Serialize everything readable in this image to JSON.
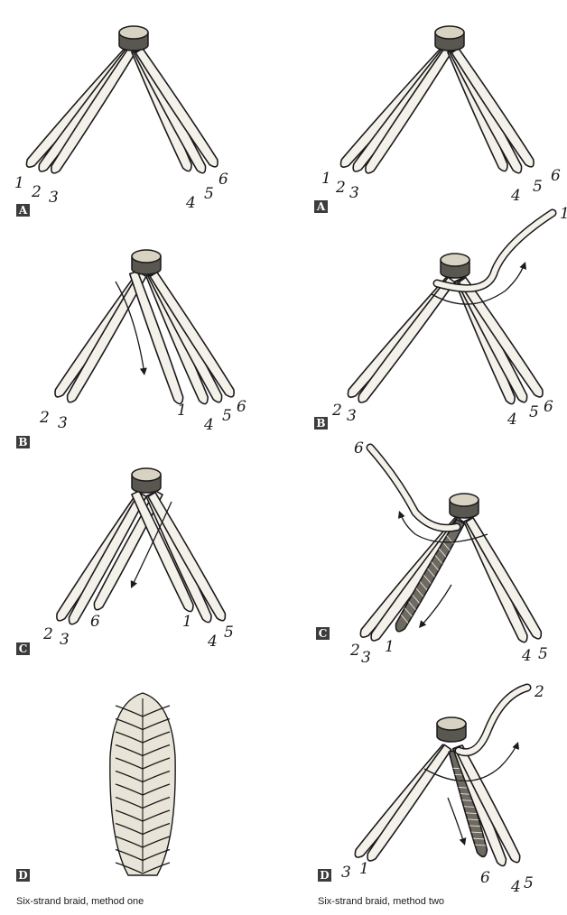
{
  "panels": [
    {
      "badge": "A",
      "labels": [
        "1",
        "2",
        "3",
        "4",
        "5",
        "6"
      ]
    },
    {
      "badge": "A",
      "labels": [
        "1",
        "2",
        "3",
        "4",
        "5",
        "6"
      ]
    },
    {
      "badge": "B",
      "labels": [
        "2",
        "3",
        "1",
        "4",
        "5",
        "6"
      ]
    },
    {
      "badge": "B",
      "labels": [
        "1",
        "2",
        "3",
        "4",
        "5",
        "6"
      ]
    },
    {
      "badge": "C",
      "labels": [
        "2",
        "3",
        "6",
        "1",
        "4",
        "5"
      ]
    },
    {
      "badge": "C",
      "labels": [
        "6",
        "2",
        "3",
        "1",
        "4",
        "5"
      ]
    },
    {
      "badge": "D",
      "labels": []
    },
    {
      "badge": "D",
      "labels": [
        "2",
        "3",
        "1",
        "6",
        "4",
        "5"
      ]
    }
  ],
  "captions": {
    "method_one": "Six-strand braid, method one",
    "method_two": "Six-strand braid, method two"
  }
}
